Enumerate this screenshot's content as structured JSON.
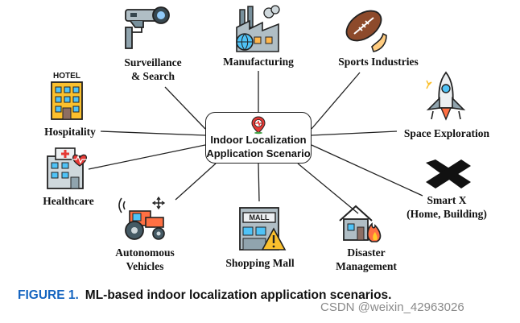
{
  "diagram": {
    "center_label_line1": "Indoor Localization",
    "center_label_line2": "Application Scenario",
    "nodes": {
      "surveillance": {
        "line1": "Surveillance",
        "line2": "& Search"
      },
      "manufacturing": {
        "label": "Manufacturing"
      },
      "sports": {
        "label": "Sports Industries"
      },
      "space": {
        "label": "Space Exploration"
      },
      "smart": {
        "line1": "Smart X",
        "line2": "(Home, Building)"
      },
      "disaster": {
        "line1": "Disaster",
        "line2": "Management"
      },
      "mall": {
        "label": "Shopping Mall"
      },
      "vehicles": {
        "line1": "Autonomous",
        "line2": "Vehicles"
      },
      "healthcare": {
        "label": "Healthcare"
      },
      "hospitality": {
        "label": "Hospitality"
      }
    },
    "hotel_sign": "HOTEL",
    "mall_sign": "MALL"
  },
  "caption": {
    "figure": "FIGURE 1.",
    "text": "ML-based indoor localization application scenarios."
  },
  "watermark": "CSDN @weixin_42963026",
  "colors": {
    "figure_label": "#1565c0",
    "line": "#222222"
  }
}
